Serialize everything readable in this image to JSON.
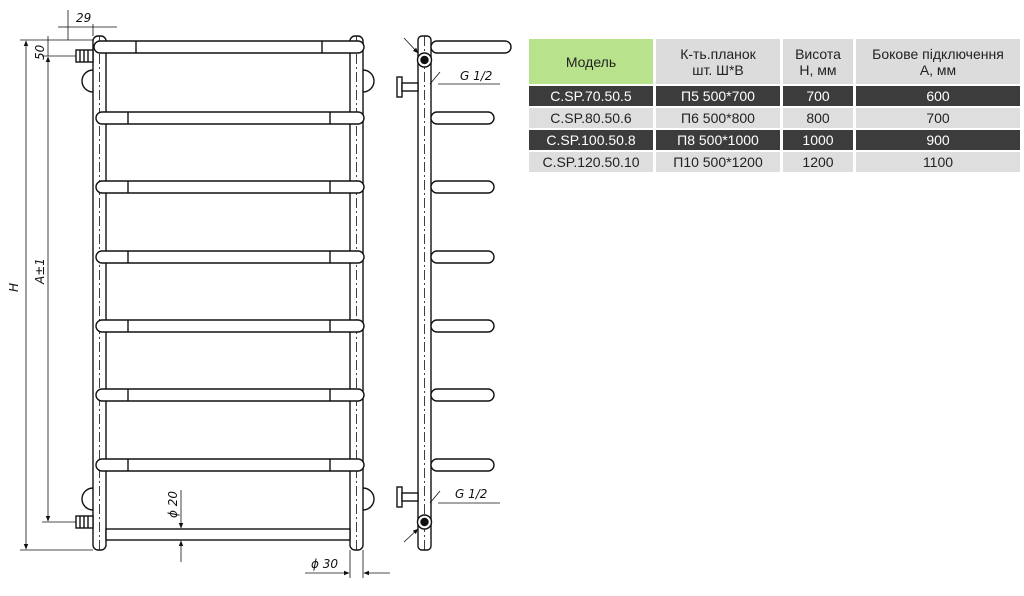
{
  "drawing": {
    "dimensions": {
      "top_width": "29",
      "top_offset": "50",
      "height_total": "H",
      "connection_distance": "A±1",
      "tube_diameter": "ϕ 20",
      "rail_diameter": "ϕ 30",
      "thread_top": "G 1/2",
      "thread_bottom": "G 1/2"
    }
  },
  "table": {
    "headers": [
      [
        "Модель"
      ],
      [
        "К-ть.планок",
        "шт. Ш*В"
      ],
      [
        "Висота",
        "H, мм"
      ],
      [
        "Бокове підключення",
        "А, мм"
      ]
    ],
    "rows": [
      [
        "C.SP.70.50.5",
        "П5 500*700",
        "700",
        "600"
      ],
      [
        "C.SP.80.50.6",
        "П6 500*800",
        "800",
        "700"
      ],
      [
        "C.SP.100.50.8",
        "П8 500*1000",
        "1000",
        "900"
      ],
      [
        "C.SP.120.50.10",
        "П10 500*1200",
        "1200",
        "1100"
      ]
    ]
  },
  "colors": {
    "header_accent": "#b9e28c",
    "header_grey": "#dcdcdc",
    "row_dark": "#3c3c3c",
    "row_light": "#dedede"
  }
}
